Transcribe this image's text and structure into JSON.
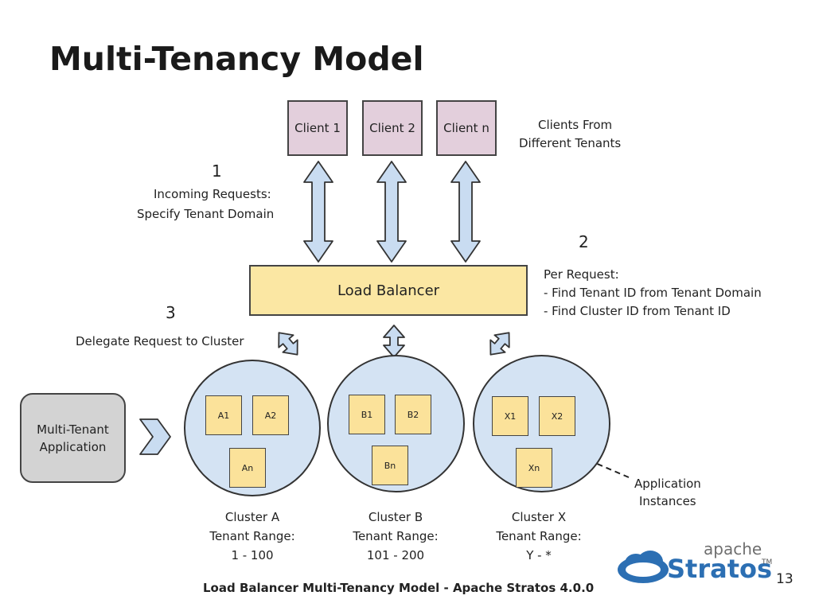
{
  "title": "Multi-Tenancy Model",
  "clients": [
    {
      "label": "Client 1"
    },
    {
      "label": "Client 2"
    },
    {
      "label": "Client n"
    }
  ],
  "clients_note": [
    "Clients From",
    "Different Tenants"
  ],
  "step1": {
    "number": "1",
    "lines": [
      "Incoming Requests:",
      "Specify Tenant Domain"
    ]
  },
  "step2": {
    "number": "2",
    "lines": [
      "Per Request:",
      "- Find Tenant ID from Tenant Domain",
      "- Find Cluster ID from Tenant ID"
    ]
  },
  "step3": {
    "number": "3",
    "text": "Delegate Request to Cluster"
  },
  "load_balancer": "Load Balancer",
  "app": [
    "Multi-Tenant",
    "Application"
  ],
  "clusters": [
    {
      "instances": [
        "A1",
        "A2",
        "An"
      ],
      "name": "Cluster A",
      "range_label": "Tenant Range:",
      "range": "1 - 100"
    },
    {
      "instances": [
        "B1",
        "B2",
        "Bn"
      ],
      "name": "Cluster B",
      "range_label": "Tenant Range:",
      "range": "101 - 200"
    },
    {
      "instances": [
        "X1",
        "X2",
        "Xn"
      ],
      "name": "Cluster X",
      "range_label": "Tenant Range:",
      "range": "Y - *"
    }
  ],
  "app_instances_note": [
    "Application",
    "Instances"
  ],
  "caption": "Load Balancer Multi-Tenancy Model - Apache Stratos 4.0.0",
  "logo": {
    "apache": "apache",
    "stratos": "Stratos",
    "tm": "TM"
  },
  "page_number": "13",
  "colors": {
    "client": "#e3cfdc",
    "load_balancer": "#fbe7a3",
    "cluster": "#d4e3f3",
    "instance": "#fbe29a",
    "app": "#d3d3d3",
    "arrow": "#c9dcf1",
    "logo": "#2c6fb3"
  }
}
